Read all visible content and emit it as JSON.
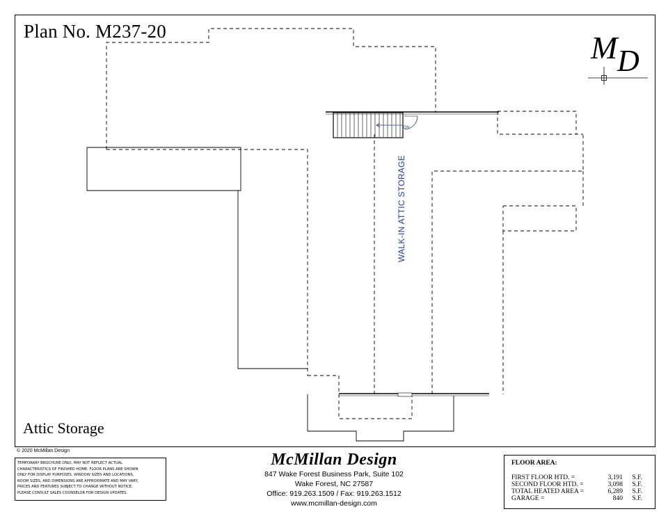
{
  "plan": {
    "title": "Plan No. M237-20",
    "level_title": "Attic Storage",
    "logo_letters": "MD"
  },
  "plan_labels": {
    "attic": "WALK-IN ATTIC STORAGE",
    "stair": "DN"
  },
  "copyright": "© 2020 McMillan Design",
  "disclaimer_lines": [
    "Temporary brochure only, may not reflect actual",
    "characteristics of finished home.  Floor plans are  shown",
    "only for display purposes. Window sizes and locations,",
    "room sizes, and dimensions are  approximate and may vary,",
    "prices and features  subject to change without notice.",
    "Please consult  sales counselor for design updates."
  ],
  "firm": {
    "name": "McMillan Design",
    "address1": "847 Wake Forest Business Park, Suite 102",
    "address2": "Wake Forest, NC 27587",
    "phones": "Office: 919.263.1509 / Fax: 919.263.1512",
    "web": "www.mcmillan-design.com"
  },
  "floor_area": {
    "heading": "FLOOR AREA:",
    "rows": [
      {
        "label": "FIRST FLOOR HTD. =",
        "value": "3,191",
        "unit": "S.F."
      },
      {
        "label": "SECOND FLOOR HTD. =",
        "value": "3,098",
        "unit": "S.F."
      },
      {
        "label": "TOTAL HEATED AREA =",
        "value": "6,289",
        "unit": "S.F."
      },
      {
        "label": "GARAGE =",
        "value": "840",
        "unit": "S.F."
      }
    ]
  },
  "colors": {
    "annotation_blue": "#1f3f8f",
    "line": "#000000"
  }
}
